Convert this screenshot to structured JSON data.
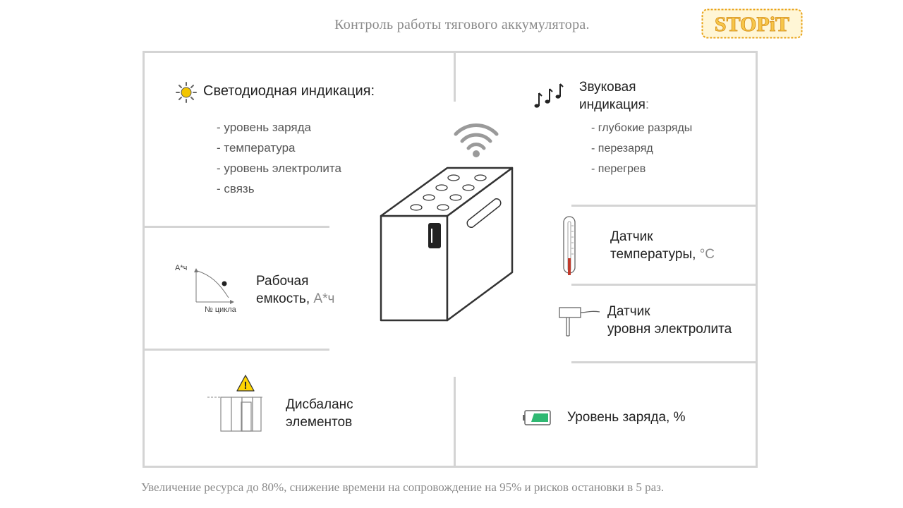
{
  "title": "Контроль работы тягового аккумулятора.",
  "logo_text": "STOPiT",
  "led": {
    "heading": "Светодиодная индикация:",
    "items": [
      "- уровень заряда",
      "- температура",
      "- уровень электролита",
      "- связь"
    ]
  },
  "sound": {
    "heading_line1": "Звуковая",
    "heading_line2": "индикация",
    "heading_colon": ":",
    "items": [
      "- глубокие разряды",
      "- перезаряд",
      "- перегрев"
    ]
  },
  "capacity": {
    "line1": "Рабочая",
    "line2": "емкость,",
    "unit": "А*ч",
    "graph_y_label": "А*ч",
    "graph_x_label": "№ цикла"
  },
  "temperature": {
    "line1": "Датчик",
    "line2": "температуры,",
    "unit": "°C"
  },
  "electrolyte": {
    "line1": "Датчик",
    "line2": "уровня электролита"
  },
  "imbalance": {
    "line1": "Дисбаланс",
    "line2": "элементов",
    "warning_glyph": "!"
  },
  "charge": {
    "label": "Уровень заряда, %"
  },
  "colors": {
    "accent_green": "#2fb872",
    "sun_yellow": "#f2c500",
    "warning_yellow": "#ffd500",
    "thermometer_red": "#c0392b",
    "logo_orange": "#e8a317"
  },
  "footer": "Увеличение ресурса до 80%, снижение времени на сопровождение на 95% и рисков остановки в 5 раз."
}
